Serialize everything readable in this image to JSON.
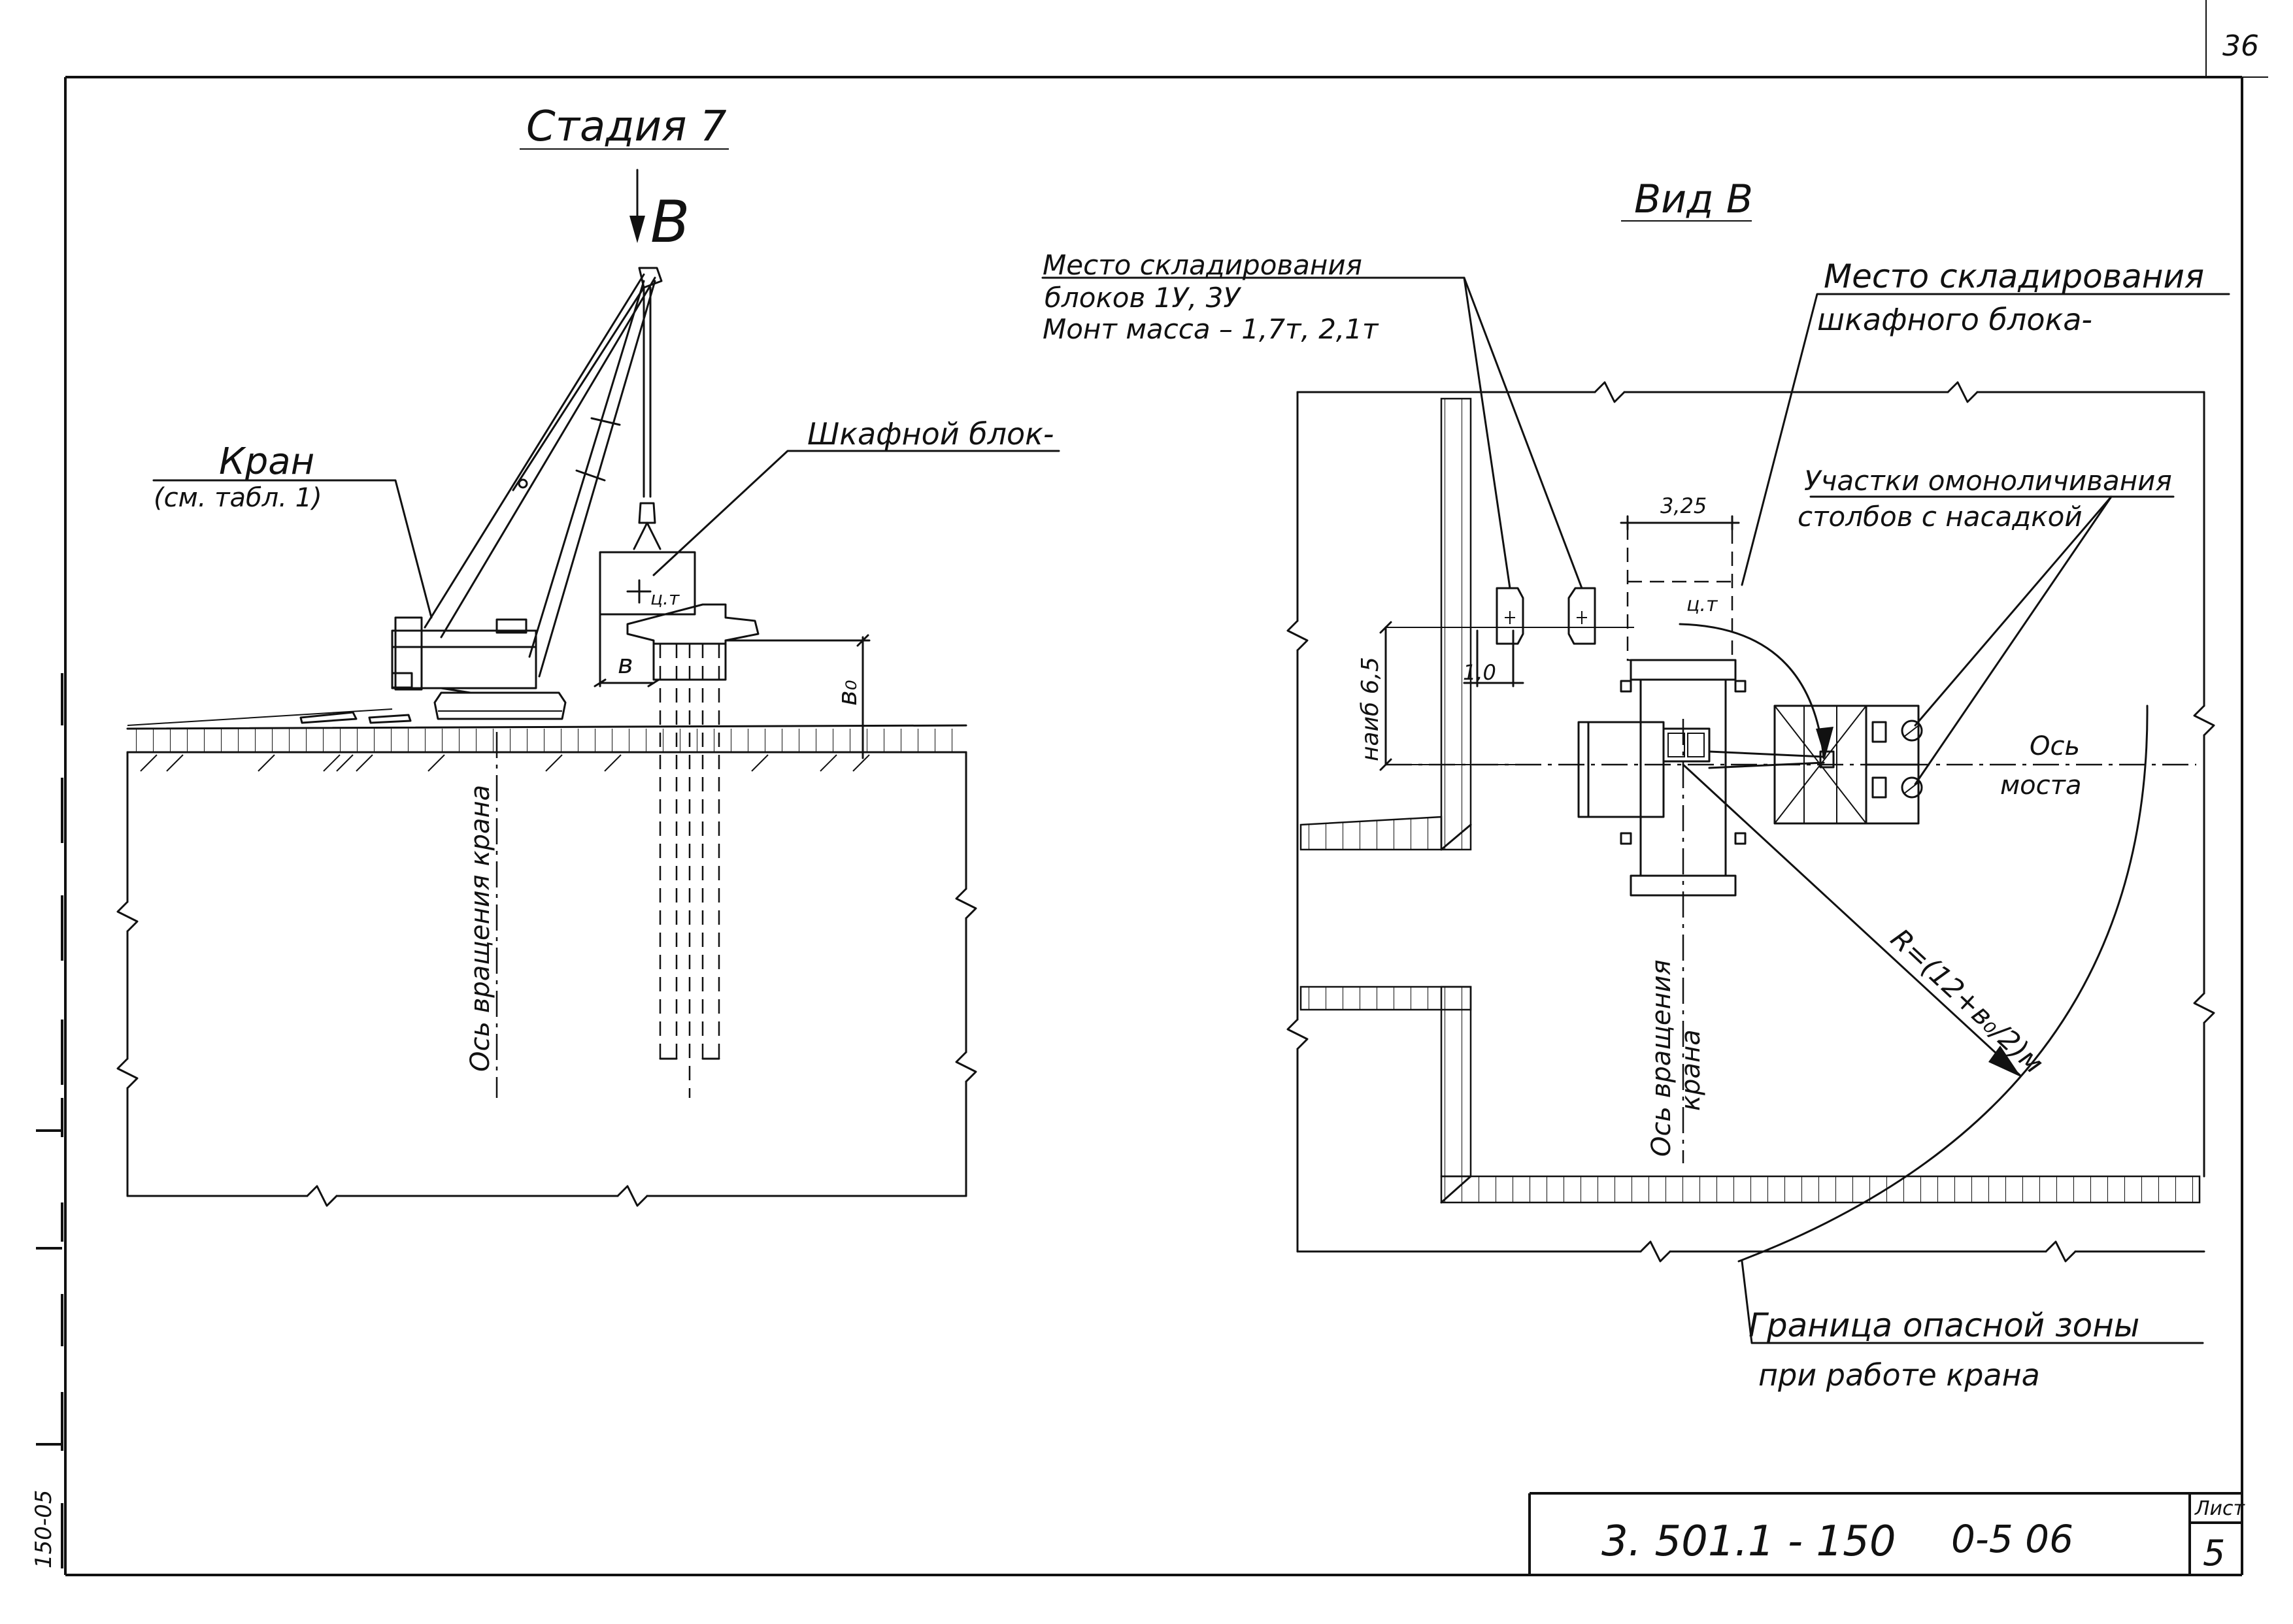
{
  "sheet": {
    "page_number": "36",
    "stage_title": "Стадия 7",
    "view_marker": "B",
    "view_title": "Вид В"
  },
  "left_view": {
    "crane_label": "Кран",
    "crane_sublabel": "(см. табл. 1)",
    "block_label": "Шкафной блок-",
    "cg_label": "ц.т",
    "dim_b": "в",
    "dim_b0": "в₀",
    "axis_label": "Ось вращения крана"
  },
  "plan_view": {
    "storage1_line1": "Место складирования",
    "storage1_line2": "блоков 1У, 3У",
    "storage1_line3": "Монт масса – 1,7т, 2,1т",
    "storage2_line1": "Место складирования",
    "storage2_line2": "шкафного блока-",
    "grouting_line1": "Участки омоноличивания",
    "grouting_line2": "столбов с насадкой",
    "dim_width": "3,25",
    "cg_label": "ц.т",
    "dim_offset": "1,0",
    "dim_reach": "наиб 6,5",
    "bridge_axis_line1": "Ось",
    "bridge_axis_line2": "моста",
    "radius_label": "R=(12+в₀/2)м",
    "rotation_axis_line1": "Ось вращения",
    "rotation_axis_line2": "крана",
    "danger_line1": "Граница опасной зоны",
    "danger_line2": "при работе крана"
  },
  "title_block": {
    "doc_number": "3. 501.1 - 150",
    "doc_code": "0-5 06",
    "sheet_label": "Лист",
    "sheet_number": "5"
  },
  "margin": {
    "stamp": "150-05"
  }
}
